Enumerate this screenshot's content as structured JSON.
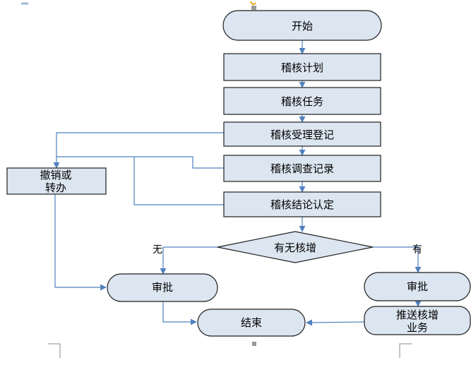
{
  "colors": {
    "box_fill": "#DCE6F1",
    "box_stroke": "#1F1F1F",
    "arrow": "#4F81BD",
    "page_marks": "#888888"
  },
  "nodes": {
    "start": "开始",
    "audit_plan": "稽核计划",
    "audit_task": "稽核任务",
    "audit_accept_register": "稽核受理登记",
    "audit_investigation_record": "稽核调查记录",
    "audit_conclusion": "稽核结论认定",
    "decision": "有无核增",
    "revoke_or_transfer_line1": "撤销或",
    "revoke_or_transfer_line2": "转办",
    "approve_left": "审批",
    "approve_right": "审批",
    "push_line1": "推送核增",
    "push_line2": "业务",
    "end": "结束"
  },
  "edges": {
    "no_label": "无",
    "yes_label": "有"
  }
}
